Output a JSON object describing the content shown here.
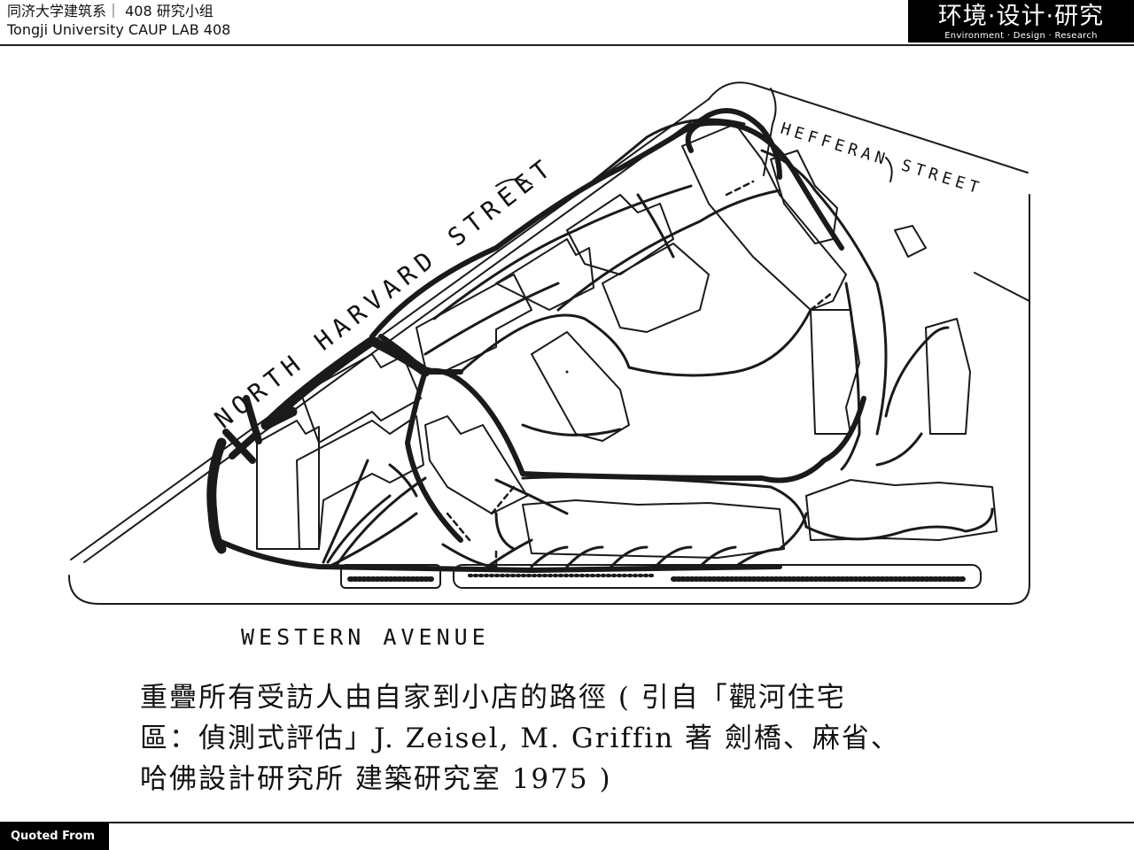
{
  "header": {
    "line1": "同济大学建筑系｜ 408 研究小组",
    "line2": "Tongji University CAUP   LAB 408"
  },
  "brand": {
    "title": "环境·设计·研究",
    "subtitle": "Environment · Design · Research"
  },
  "plan": {
    "streets": {
      "north_harvard": "NORTH HARVARD STREET",
      "western": "WESTERN AVENUE",
      "hefferan": "HEFFERAN STREET"
    }
  },
  "caption": {
    "line1": "重疊所有受訪人由自家到小店的路徑 ( 引自「觀河住宅",
    "line2": "區：偵測式評估」J. Zeisel, M. Griffin 著   劍橋、麻省、",
    "line3": "哈佛設計研究所   建築研究室    1975 )"
  },
  "footer": {
    "quoted_label": "Quoted From"
  }
}
